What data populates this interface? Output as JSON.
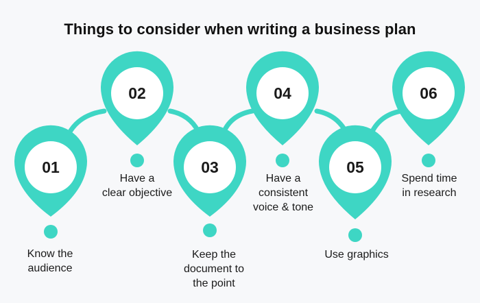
{
  "title": "Things to consider when writing a business plan",
  "colors": {
    "accent": "#3ed6c4",
    "accent_dark": "#2bbfb0",
    "circle": "#ffffff",
    "background": "#f7f8fa",
    "text": "#1a1a1a"
  },
  "steps": [
    {
      "number": "01",
      "line1": "Know the",
      "line2": "audience",
      "line3": ""
    },
    {
      "number": "02",
      "line1": "Have a",
      "line2": "clear objective",
      "line3": ""
    },
    {
      "number": "03",
      "line1": "Keep the",
      "line2": "document to",
      "line3": "the point"
    },
    {
      "number": "04",
      "line1": "Have a",
      "line2": "consistent",
      "line3": "voice & tone"
    },
    {
      "number": "05",
      "line1": "Use graphics",
      "line2": "",
      "line3": ""
    },
    {
      "number": "06",
      "line1": "Spend time",
      "line2": "in research",
      "line3": ""
    }
  ]
}
